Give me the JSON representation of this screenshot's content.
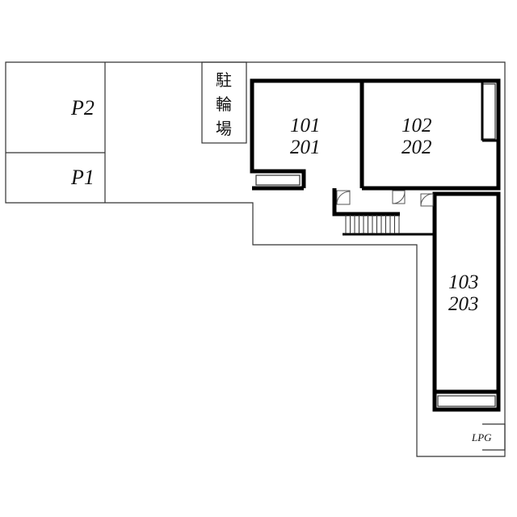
{
  "parking": {
    "p2": "P2",
    "p1": "P1"
  },
  "bicycle_parking": {
    "chars": [
      "駐",
      "輪",
      "場"
    ]
  },
  "units": [
    {
      "line1": "101",
      "line2": "201"
    },
    {
      "line1": "102",
      "line2": "202"
    },
    {
      "line1": "103",
      "line2": "203"
    }
  ],
  "gas": {
    "label": "LPG"
  },
  "colors": {
    "wall": "#000000",
    "boundary": "#333333",
    "background": "#ffffff"
  }
}
